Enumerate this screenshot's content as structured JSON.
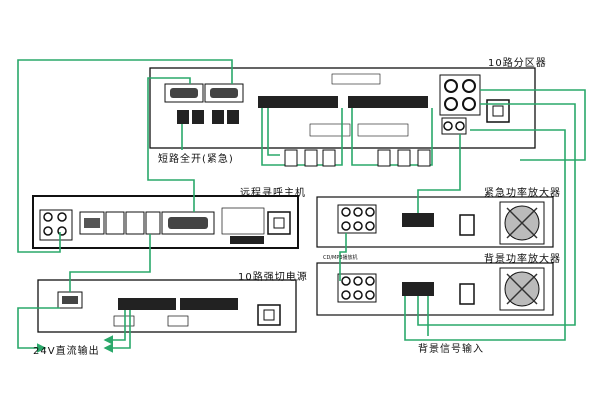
{
  "colors": {
    "cable": "#2aa86a",
    "device": "#111111",
    "panel_fill": "#ffffff",
    "dark_panel": "#1a1a1a"
  },
  "labels": {
    "zone_divider": "10路分区器",
    "short_circuit": "短路全开(紧急)",
    "remote_host": "远程寻呼主机",
    "emergency_amp": "紧急功率放大器",
    "cd_mp3": "CD/MP3播放机",
    "background_amp": "背景功率放大器",
    "power_switch": "10路强切电源",
    "dc_output": "24V直流输出",
    "bg_signal_input": "背景信号输入"
  }
}
